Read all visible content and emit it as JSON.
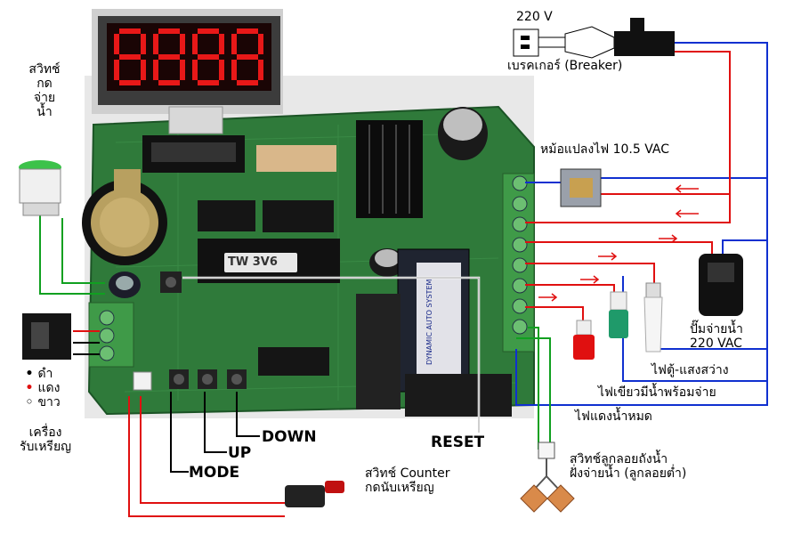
{
  "labels": {
    "switch_press": [
      "สวิทช์",
      "กด",
      "จ่าย",
      "น้ำ"
    ],
    "voltage_220": "220 V",
    "breaker": "เบรคเกอร์ (Breaker)",
    "transformer": "หม้อแปลงไฟ 10.5 VAC",
    "pump": [
      "ปั๊มจ่ายน้ำ",
      "220 VAC"
    ],
    "lamp_light": "ไฟตู้-แสงสว่าง",
    "lamp_green": "ไฟเขียวมีน้ำพร้อมจ่าย",
    "lamp_red": "ไฟแดงน้ำหมด",
    "float_switch": [
      "สวิทช์ลูกลอยถังน้ำ",
      "ฝั่งจ่ายน้ำ (ลูกลอยต่ำ)"
    ],
    "counter_switch": [
      "สวิทช์ Counter",
      "กดนับเหรียญ"
    ],
    "coin_acceptor": [
      "เครื่อง",
      "รับเหรียญ"
    ],
    "wire_legend": [
      {
        "bullet": "•",
        "text": "ดำ",
        "color": "#000000"
      },
      {
        "bullet": "•",
        "text": "แดง",
        "color": "#e01010"
      },
      {
        "bullet": "◦",
        "text": "ขาว",
        "color": "#000000"
      }
    ],
    "reset": "RESET",
    "mode": "MODE",
    "up": "UP",
    "down": "DOWN"
  },
  "board": {
    "chip_label": "TW 3V6",
    "relay_label": "DYNAMIC AUTO SYSTEM",
    "display_digits": "8888"
  },
  "colors": {
    "wire_red": "#e01010",
    "wire_blue": "#1030d0",
    "wire_green": "#10a020",
    "wire_black": "#000000",
    "pcb_green": "#2f7a3a",
    "display_red": "#e81818"
  }
}
